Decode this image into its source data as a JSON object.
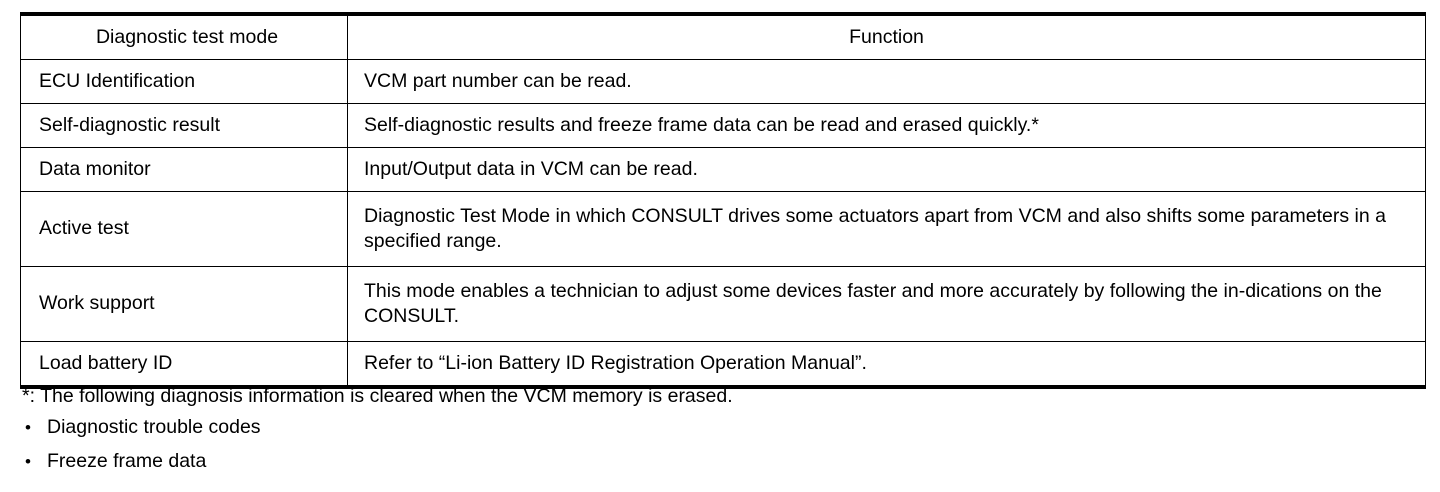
{
  "table": {
    "columns": [
      {
        "key": "mode",
        "header": "Diagnostic test mode"
      },
      {
        "key": "function",
        "header": "Function"
      }
    ],
    "rows": [
      {
        "mode": "ECU Identification",
        "function": "VCM part number can be read.",
        "lines": 1
      },
      {
        "mode": "Self-diagnostic result",
        "function": "Self-diagnostic results and freeze frame data can be read and erased quickly.*",
        "lines": 1
      },
      {
        "mode": "Data monitor",
        "function": "Input/Output data in VCM can be read.",
        "lines": 1
      },
      {
        "mode": "Active test",
        "function": "Diagnostic Test Mode in which CONSULT drives some actuators apart from VCM and also shifts some parameters in a specified range.",
        "lines": 2
      },
      {
        "mode": "Work support",
        "function": "This mode enables a technician to adjust some devices faster and more accurately by following the in-dications on the CONSULT.",
        "lines": 2
      },
      {
        "mode": "Load battery ID",
        "function": "Refer to “Li-ion Battery ID Registration Operation Manual”.",
        "lines": 1
      }
    ]
  },
  "footnotes": {
    "note": "*: The following diagnosis information is cleared when the VCM memory is erased.",
    "bullet_mark": "•",
    "items": [
      "Diagnostic trouble codes",
      "Freeze frame data"
    ]
  },
  "colors": {
    "rule": "#000000",
    "text": "#000000",
    "background": "#ffffff"
  }
}
